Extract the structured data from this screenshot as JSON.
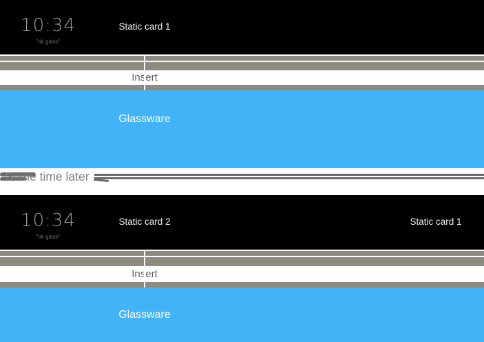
{
  "colors": {
    "card_black": "#000000",
    "timeline_gray": "#8e8a80",
    "glassware_blue": "#42b3f7",
    "line_gray": "#6a6a6a",
    "clock_gray": "#9a9a9a",
    "hint_gray": "#707070",
    "card_label_white": "#f2f2f2",
    "insert_text_gray": "#5d5d5d",
    "transition_text_gray": "#7d7d7d"
  },
  "state1": {
    "clock_time": "10:34",
    "clock_hint": "\"ok glass\"",
    "cards": [
      {
        "label": "Static card 1"
      }
    ],
    "insert_label": "Insert",
    "glassware_label": "Glassware"
  },
  "transition": {
    "label": "Some time later"
  },
  "state2": {
    "clock_time": "10:34",
    "clock_hint": "\"ok glass\"",
    "cards": [
      {
        "label": "Static card 2"
      },
      {
        "label": "Static card 1"
      }
    ],
    "insert_label": "Insert",
    "glassware_label": "Glassware"
  }
}
